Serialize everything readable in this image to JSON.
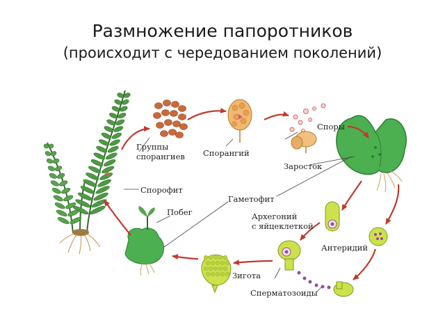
{
  "title": "Размножение папоротников",
  "subtitle": "(происходит с чередованием поколений)",
  "labels": {
    "sporangia_groups_line1": "Группы",
    "sporangia_groups_line2": "спорангиев",
    "sporangium": "Спорангий",
    "spores": "Споры",
    "prothallus": "Заросток",
    "sporophyte": "Спорофит",
    "gametophyte": "Гаметофит",
    "shoot": "Побег",
    "archegonium_line1": "Архегоний",
    "archegonium_line2": "с яйцеклеткой",
    "antheridium": "Антеридий",
    "zygote": "Зигота",
    "spermatozoids": "Сперматозоиды"
  },
  "colors": {
    "arrow": "#c0392b",
    "fern_green": "#3f8f3a",
    "gametophyte_green": "#4caf50",
    "cell_yellow": "#cde24a",
    "sporangia_brown": "#c96a3a",
    "root": "#c8a060"
  }
}
